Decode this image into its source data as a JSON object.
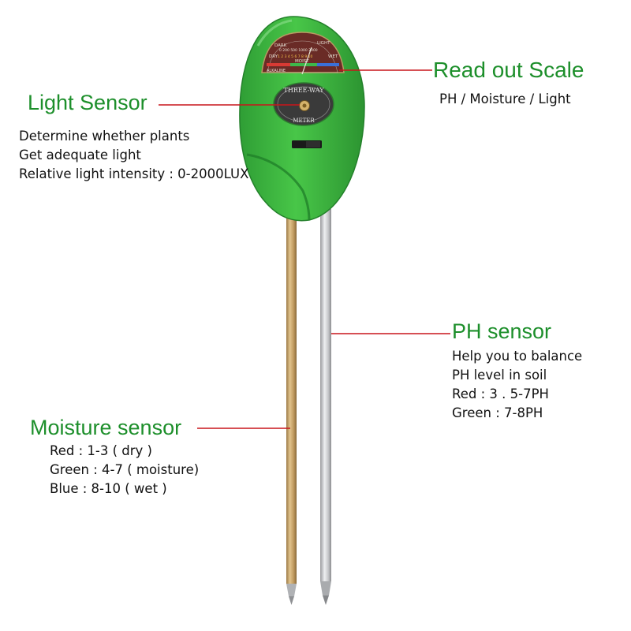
{
  "colors": {
    "heading": "#1d8f2b",
    "leader": "#c9151b",
    "body_green": "#3dbd3d",
    "body_dark": "#27912c",
    "brass": "#c8a268",
    "steel": "#c6c7c9"
  },
  "meter": {
    "dial": {
      "left_words": [
        "DARK",
        "DRY",
        "ALKALINE"
      ],
      "right_words": [
        "LIGHT",
        "WET"
      ],
      "center_word": "MOIST",
      "top_numbers": "0 200 500 1000 2000",
      "mid_numbers": "1 2 3 4 5 6 7 8 9 10"
    },
    "sensor_label_top": "THREE-WAY",
    "sensor_label_bottom": "METER",
    "switch_icon": "slide-switch-icon"
  },
  "callouts": {
    "light": {
      "title": "Light Sensor",
      "lines": [
        "Determine whether plants",
        "Get adequate light",
        "Relative light intensity : 0-2000LUX"
      ]
    },
    "readout": {
      "title": "Read out Scale",
      "lines": [
        "PH / Moisture / Light"
      ]
    },
    "ph": {
      "title": "PH sensor",
      "lines": [
        "Help you to balance",
        "PH level in soil",
        "Red : 3 . 5-7PH",
        "Green : 7-8PH"
      ]
    },
    "moisture": {
      "title": "Moisture sensor",
      "lines": [
        "Red : 1-3 ( dry )",
        "Green : 4-7 ( moisture)",
        "Blue : 8-10 ( wet )"
      ]
    }
  }
}
